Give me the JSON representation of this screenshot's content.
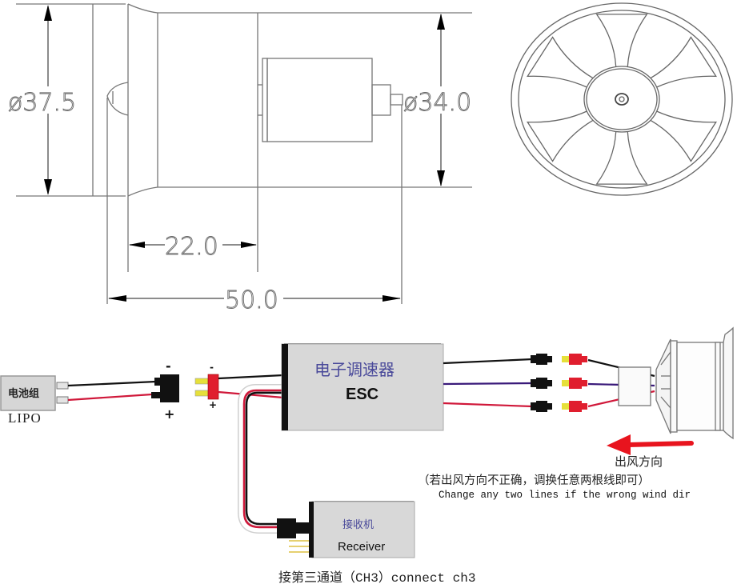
{
  "dimension_drawing": {
    "dimensions": {
      "outer_diameter": "ø37.5",
      "inner_diameter": "ø34.0",
      "length_partial": "22.0",
      "length_total": "50.0"
    },
    "fan_front_view": {
      "blade_count": 6
    }
  },
  "wiring_diagram": {
    "battery": {
      "label_cn": "电池组",
      "label_en": "LIPO"
    },
    "battery_connector": {
      "minus": "-",
      "plus": "+"
    },
    "esc_connector": {
      "minus": "-",
      "plus": "+"
    },
    "esc": {
      "label_cn": "电子调速器",
      "label_en": "ESC"
    },
    "receiver": {
      "label_cn": "接收机",
      "label_en": "Receiver",
      "note": "接第三通道（CH3）connect ch3"
    },
    "motor_wires": [
      "black",
      "purple",
      "red"
    ],
    "wind_direction": {
      "label_cn": "出风方向",
      "note_cn": "（若出风方向不正确，调换任意两根线即可）",
      "note_en": "Change any two lines if the wrong wind dir"
    },
    "colors": {
      "wire_black": "#111111",
      "wire_red": "#d0183a",
      "wire_purple": "#3a1a7a",
      "connector_red": "#e01e2e",
      "connector_yellow": "#e6e03a",
      "box_gray": "#d8d8d8",
      "arrow_red": "#e8141e"
    }
  }
}
